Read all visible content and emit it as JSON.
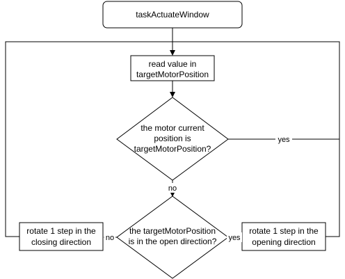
{
  "diagram": {
    "start": {
      "label": "taskActuateWindow"
    },
    "read": {
      "line1": "read value in",
      "line2": "targetMotorPosition"
    },
    "check_position": {
      "line1": "the motor current",
      "line2": "position is",
      "line3": "targetMotorPosition?"
    },
    "check_direction": {
      "line1": "the targetMotorPosition",
      "line2": "is in the open direction?"
    },
    "close_step": {
      "line1": "rotate 1 step in the",
      "line2": "closing direction"
    },
    "open_step": {
      "line1": "rotate 1 step in the",
      "line2": "opening direction"
    },
    "edges": {
      "position_yes": "yes",
      "position_no": "no",
      "direction_no": "no",
      "direction_yes": "yes"
    }
  }
}
